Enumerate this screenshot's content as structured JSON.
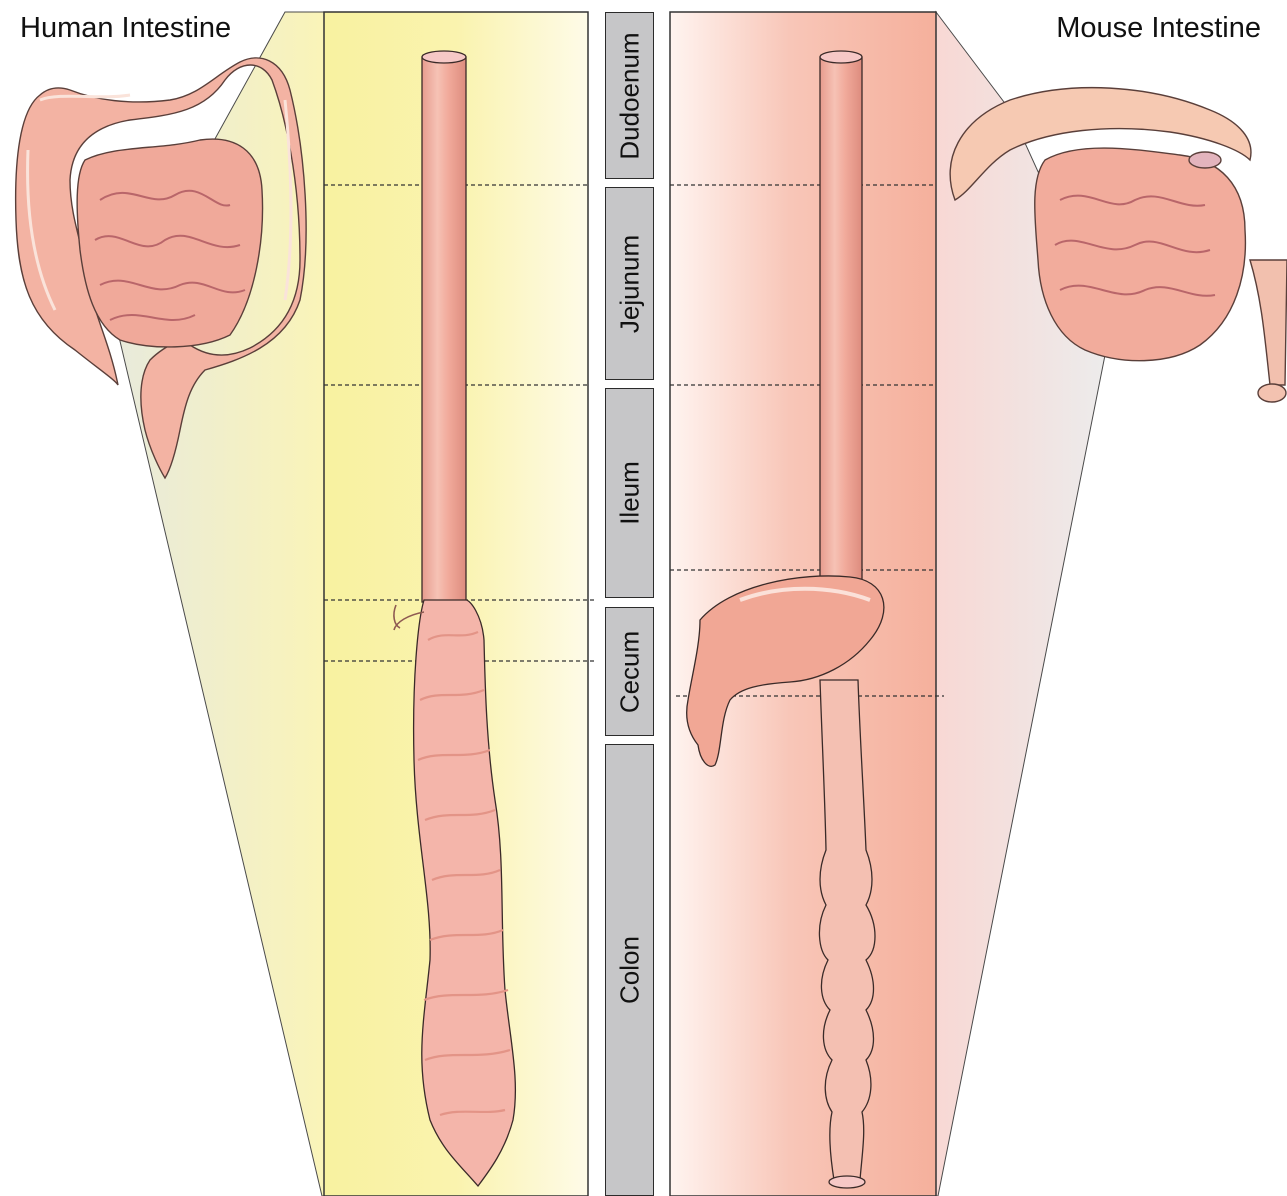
{
  "titles": {
    "human": "Human Intestine",
    "mouse": "Mouse Intestine"
  },
  "segments": [
    {
      "label": "Dudoenum"
    },
    {
      "label": "Jejunum"
    },
    {
      "label": "Ileum"
    },
    {
      "label": "Cecum"
    },
    {
      "label": "Colon"
    }
  ],
  "colors": {
    "human_panel": "#f9f3a8",
    "mouse_panel": "#f7b6a3",
    "segment_box": "#c6c6c8",
    "tissue": "#f3b4a6",
    "tissue_outline": "#3a2a28"
  }
}
